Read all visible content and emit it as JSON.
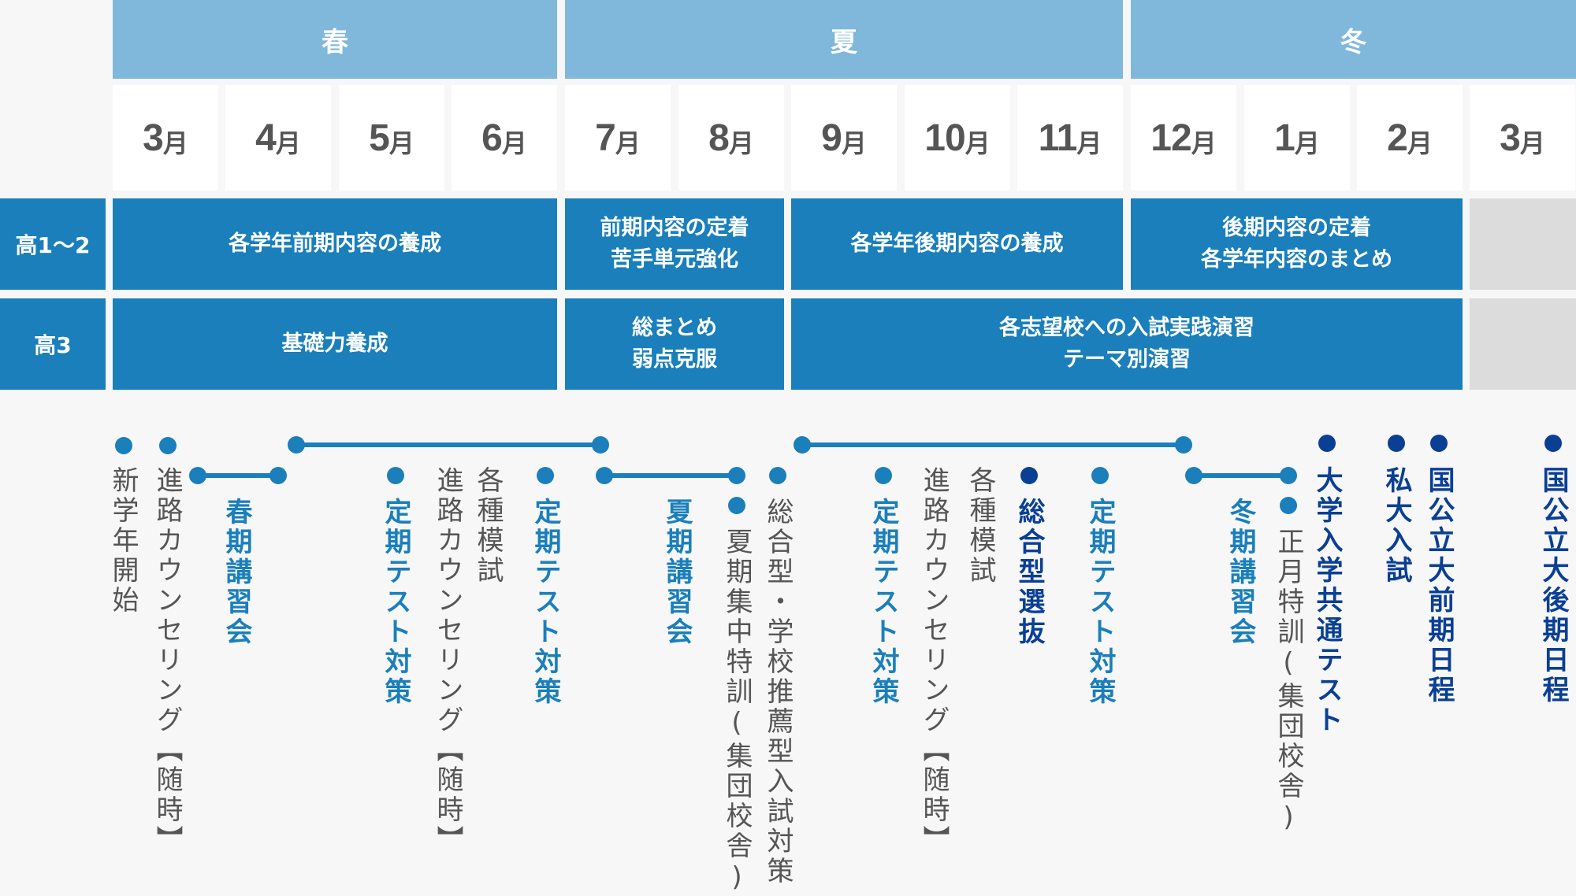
{
  "seasons": [
    {
      "label": "春"
    },
    {
      "label": "夏"
    },
    {
      "label": "冬"
    }
  ],
  "months": [
    {
      "num": "3",
      "unit": "月"
    },
    {
      "num": "4",
      "unit": "月"
    },
    {
      "num": "5",
      "unit": "月"
    },
    {
      "num": "6",
      "unit": "月"
    },
    {
      "num": "7",
      "unit": "月"
    },
    {
      "num": "8",
      "unit": "月"
    },
    {
      "num": "9",
      "unit": "月"
    },
    {
      "num": "10",
      "unit": "月"
    },
    {
      "num": "11",
      "unit": "月"
    },
    {
      "num": "12",
      "unit": "月"
    },
    {
      "num": "1",
      "unit": "月"
    },
    {
      "num": "2",
      "unit": "月"
    },
    {
      "num": "3",
      "unit": "月"
    }
  ],
  "rows": [
    {
      "label": "高1〜2",
      "blocks": [
        {
          "lines": [
            "各学年前期内容の養成"
          ]
        },
        {
          "lines": [
            "前期内容の定着",
            "苦手単元強化"
          ]
        },
        {
          "lines": [
            "各学年後期内容の養成"
          ]
        },
        {
          "lines": [
            "後期内容の定着",
            "各学年内容のまとめ"
          ]
        }
      ]
    },
    {
      "label": "高3",
      "blocks": [
        {
          "lines": [
            "基礎力養成"
          ]
        },
        {
          "lines": [
            "総まとめ",
            "弱点克服"
          ]
        },
        {
          "lines": [
            "各志望校への入試実践演習",
            "テーマ別演習"
          ]
        }
      ]
    }
  ],
  "events": [
    {
      "text": "新学年開始",
      "style": "gray"
    },
    {
      "text": "進路カウンセリング【随時】",
      "style": "gray"
    },
    {
      "text": "春期講習会",
      "style": "blue"
    },
    {
      "text": "定期テスト対策",
      "style": "blue"
    },
    {
      "text": "進路カウンセリング【随時】",
      "style": "gray"
    },
    {
      "text": "各種模試",
      "style": "gray"
    },
    {
      "text": "定期テスト対策",
      "style": "blue"
    },
    {
      "text": "夏期講習会",
      "style": "blue"
    },
    {
      "text": "夏期集中特訓(集団校舎)",
      "style": "gray"
    },
    {
      "text": "総合型・学校推薦型入試対策",
      "style": "gray"
    },
    {
      "text": "定期テスト対策",
      "style": "blue"
    },
    {
      "text": "進路カウンセリング【随時】",
      "style": "gray"
    },
    {
      "text": "各種模試",
      "style": "gray"
    },
    {
      "text": "総合型選抜",
      "style": "navy"
    },
    {
      "text": "定期テスト対策",
      "style": "blue"
    },
    {
      "text": "冬期講習会",
      "style": "blue"
    },
    {
      "text": "正月特訓(集団校舎)",
      "style": "gray"
    },
    {
      "text": "大学入学共通テスト",
      "style": "navy"
    },
    {
      "text": "私大入試",
      "style": "navy"
    },
    {
      "text": "国公立大前期日程",
      "style": "navy"
    },
    {
      "text": "国公立大後期日程",
      "style": "navy"
    }
  ],
  "colors": {
    "season_band": "#7fb8db",
    "primary_blue": "#1a7fba",
    "navy": "#0a3f94",
    "inactive_gray": "#dcdcdc",
    "background": "#f7f7f7",
    "month_text": "#555555"
  }
}
